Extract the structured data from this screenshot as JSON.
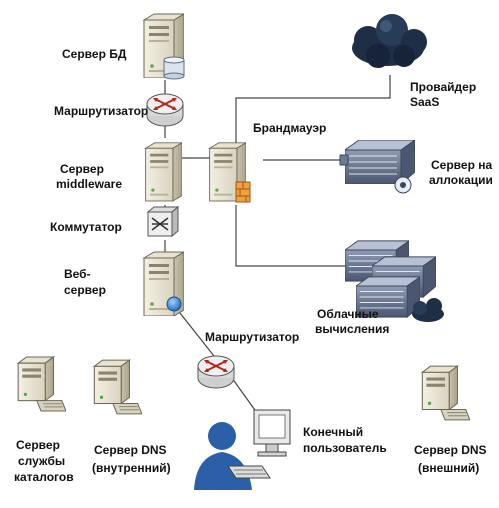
{
  "labels": {
    "db_server": "Сервер БД",
    "router_top": "Маршрутизатор",
    "firewall": "Брандмауэр",
    "saas_provider_1": "Провайдер",
    "saas_provider_2": "SaaS",
    "middleware_1": "Сервер",
    "middleware_2": "middleware",
    "colocation_1": "Сервер на",
    "colocation_2": "аллокации",
    "switch": "Коммутатор",
    "web_server_1": "Веб-",
    "web_server_2": "сервер",
    "cloud_computing_1": "Облачные",
    "cloud_computing_2": "вычисления",
    "router_bottom": "Маршрутизатор",
    "end_user_1": "Конечный",
    "end_user_2": "пользователь",
    "directory_1": "Сервер",
    "directory_2": "службы",
    "directory_3": "каталогов",
    "dns_internal_1": "Сервер DNS",
    "dns_internal_2": "(внутренний)",
    "dns_external_1": "Сервер DNS",
    "dns_external_2": "(внешний)"
  },
  "icons": [
    "server-icon",
    "database-icon",
    "router-icon",
    "switch-icon",
    "firewall-icon",
    "cloud-icon",
    "rack-server-icon",
    "globe-icon",
    "monitor-icon",
    "user-icon",
    "keyboard-icon"
  ],
  "colors": {
    "line": "#444444",
    "server_body": "#ece7d6",
    "cloud": "#1e2f45",
    "rack": "#5f6f8c"
  }
}
